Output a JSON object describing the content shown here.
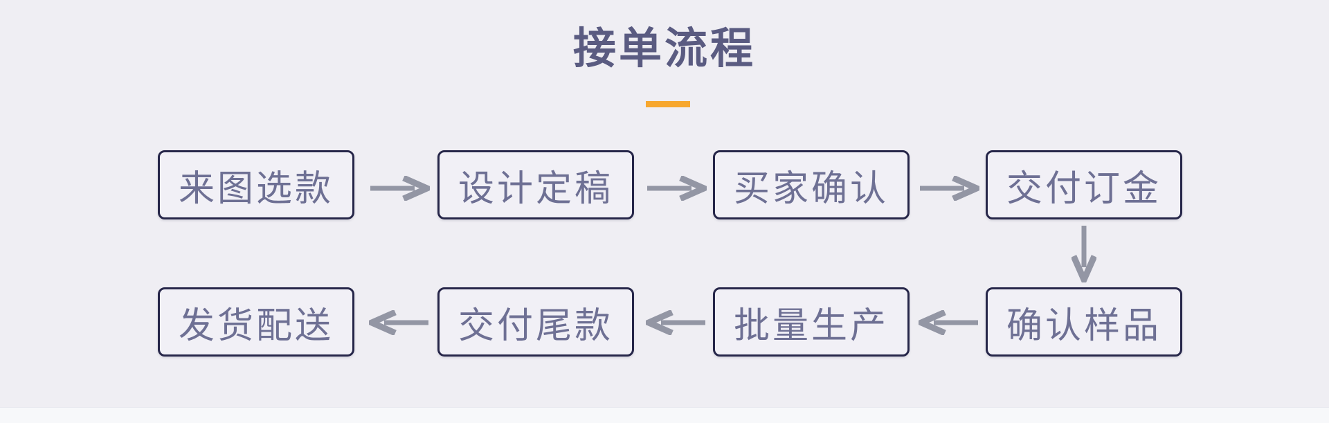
{
  "header": {
    "title": "接单流程",
    "accent_color": "#F7A72E"
  },
  "flow": {
    "steps": [
      {
        "label": "来图选款"
      },
      {
        "label": "设计定稿"
      },
      {
        "label": "买家确认"
      },
      {
        "label": "交付订金"
      },
      {
        "label": "确认样品"
      },
      {
        "label": "批量生产"
      },
      {
        "label": "交付尾款"
      },
      {
        "label": "发货配送"
      }
    ],
    "connections": [
      {
        "from": "来图选款",
        "to": "设计定稿",
        "direction": "right"
      },
      {
        "from": "设计定稿",
        "to": "买家确认",
        "direction": "right"
      },
      {
        "from": "买家确认",
        "to": "交付订金",
        "direction": "right"
      },
      {
        "from": "交付订金",
        "to": "确认样品",
        "direction": "down"
      },
      {
        "from": "确认样品",
        "to": "批量生产",
        "direction": "left"
      },
      {
        "from": "批量生产",
        "to": "交付尾款",
        "direction": "left"
      },
      {
        "from": "交付尾款",
        "to": "发货配送",
        "direction": "left"
      }
    ]
  },
  "colors": {
    "background": "#EFEEF3",
    "box_border": "#262649",
    "box_fill": "#F1F0F6",
    "box_text": "#6E7094",
    "title_text": "#5A5B81",
    "arrow": "#9396A4",
    "accent": "#F7A72E",
    "footer_strip": "#F7F8FA"
  }
}
